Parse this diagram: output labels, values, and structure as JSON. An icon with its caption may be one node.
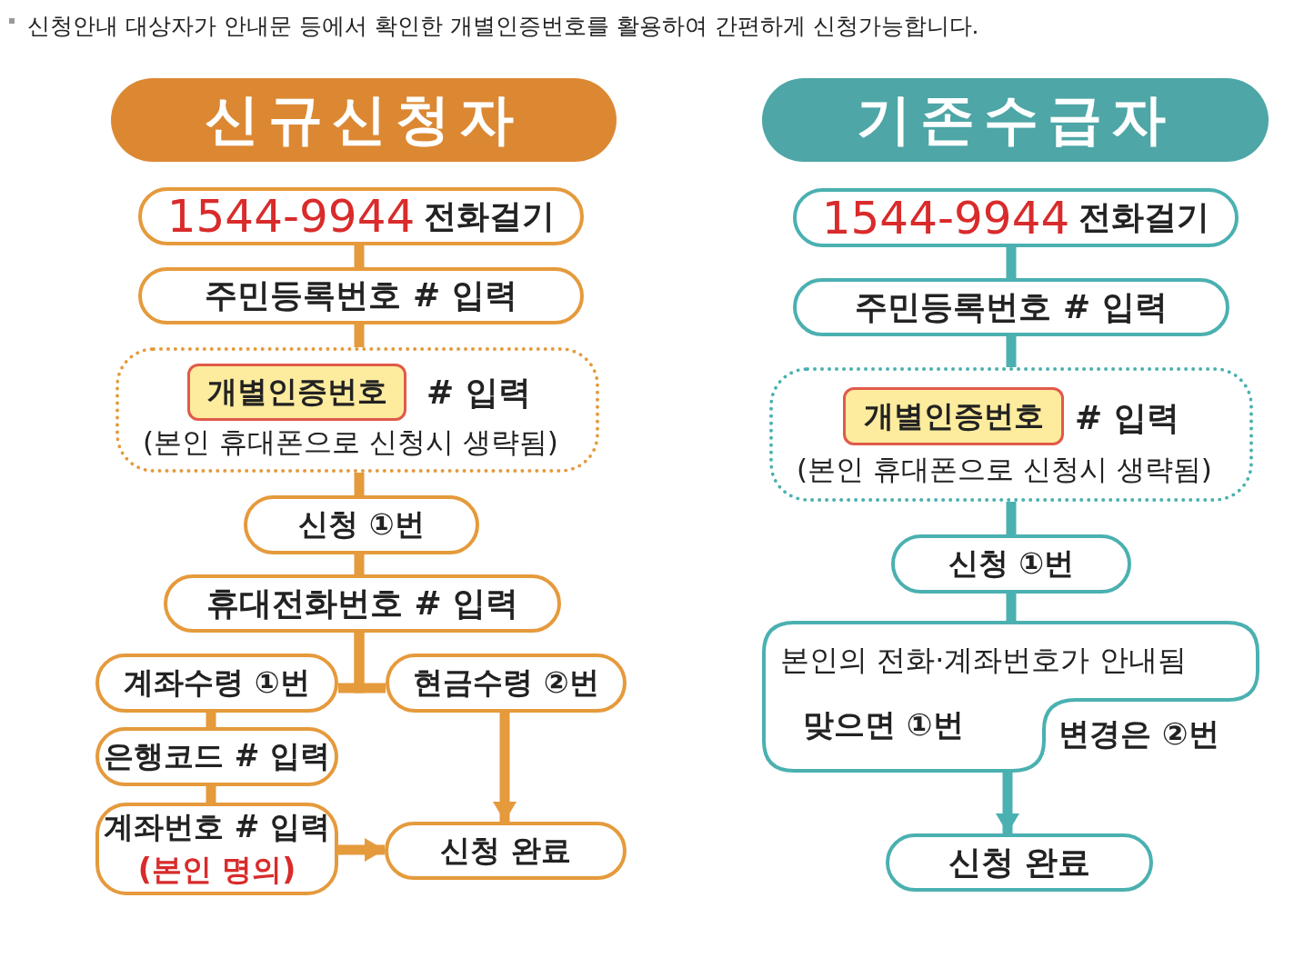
{
  "diagram": {
    "title": "신청안내 대상자가 안내문 등에서 확인한 개별인증번호를 활용하여 간편하게 신청가능합니다.",
    "nodes": [
      {
        "text": [
          "신규신청자"
        ]
      },
      {
        "text": [
          "1544-9944",
          "전화걸기"
        ]
      },
      {
        "text": [
          "주민등록번호 # 입력"
        ]
      },
      {
        "text": [
          "# 입력",
          "(본인 휴대폰으로 신청시 생략됨)"
        ]
      },
      {
        "text": [
          "개별인증번호"
        ],
        "in": 3
      },
      {
        "text": [
          "신청 ①번"
        ]
      },
      {
        "text": [
          "휴대전화번호 # 입력"
        ]
      },
      {
        "text": [
          "계좌수령 ①번"
        ]
      },
      {
        "text": [
          "현금수령 ②번"
        ]
      },
      {
        "text": [
          "은행코드 # 입력"
        ]
      },
      {
        "text": [
          "계좌번호 # 입력",
          "(본인 명의)"
        ]
      },
      {
        "text": [
          "신청 완료"
        ]
      },
      {
        "text": [
          "기존수급자"
        ]
      },
      {
        "text": [
          "1544-9944",
          "전화걸기"
        ]
      },
      {
        "text": [
          "주민등록번호 # 입력"
        ]
      },
      {
        "text": [
          "# 입력",
          "(본인 휴대폰으로 신청시 생략됨)"
        ]
      },
      {
        "text": [
          "개별인증번호"
        ],
        "in": 15
      },
      {
        "text": [
          "신청 ①번"
        ]
      },
      {
        "text": [
          "본인의 전화·계좌번호가 안내됨",
          "맞으면 ①번",
          "변경은 ②번"
        ]
      },
      {
        "text": [
          "신청 완료"
        ]
      }
    ],
    "edges": [
      {
        "from": 1,
        "to": 2,
        "arrow": "none"
      },
      {
        "from": 2,
        "to": 3,
        "arrow": "none"
      },
      {
        "from": 3,
        "to": 5,
        "arrow": "none"
      },
      {
        "from": 5,
        "to": 6,
        "arrow": "none"
      },
      {
        "from": 6,
        "to": 7,
        "arrow": "none"
      },
      {
        "from": 6,
        "to": 8,
        "arrow": "none"
      },
      {
        "from": 7,
        "to": 9,
        "arrow": "none"
      },
      {
        "from": 9,
        "to": 10,
        "arrow": "none"
      },
      {
        "from": 10,
        "to": 11,
        "arrow": "to"
      },
      {
        "from": 8,
        "to": 11,
        "arrow": "to"
      },
      {
        "from": 13,
        "to": 14,
        "arrow": "none",
        "color": "#4bb0b0"
      },
      {
        "from": 14,
        "to": 15,
        "arrow": "none",
        "color": "#4bb0b0"
      },
      {
        "from": 15,
        "to": 17,
        "arrow": "none",
        "color": "#4bb0b0"
      },
      {
        "from": 17,
        "to": 18,
        "arrow": "none",
        "color": "#4bb0b0"
      },
      {
        "from": 18,
        "to": 19,
        "arrow": "to",
        "color": "#4bb0b0"
      }
    ]
  }
}
